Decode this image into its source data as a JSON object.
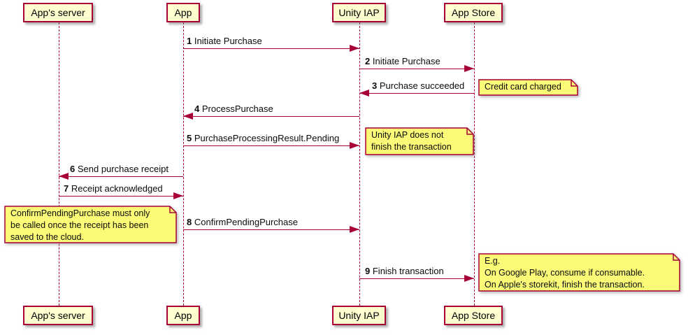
{
  "diagram_type": "sequence-diagram",
  "colors": {
    "lifeline_and_border": "#A80036",
    "participant_fill": "#FEFECE",
    "note_fill": "#FBFB77",
    "background": "#FFFFFF",
    "text": "#000000"
  },
  "participants": [
    {
      "label": "App's server"
    },
    {
      "label": "App"
    },
    {
      "label": "Unity IAP"
    },
    {
      "label": "App Store"
    }
  ],
  "messages": [
    {
      "num": "1",
      "text": "Initiate Purchase",
      "from": "App",
      "to": "Unity IAP"
    },
    {
      "num": "2",
      "text": "Initiate Purchase",
      "from": "Unity IAP",
      "to": "App Store"
    },
    {
      "num": "3",
      "text": "Purchase succeeded",
      "from": "App Store",
      "to": "Unity IAP"
    },
    {
      "num": "4",
      "text": "ProcessPurchase",
      "from": "Unity IAP",
      "to": "App"
    },
    {
      "num": "5",
      "text": "PurchaseProcessingResult.Pending",
      "from": "App",
      "to": "Unity IAP"
    },
    {
      "num": "6",
      "text": "Send purchase receipt",
      "from": "App",
      "to": "App's server"
    },
    {
      "num": "7",
      "text": "Receipt acknowledged",
      "from": "App's server",
      "to": "App"
    },
    {
      "num": "8",
      "text": "ConfirmPendingPurchase",
      "from": "App",
      "to": "Unity IAP"
    },
    {
      "num": "9",
      "text": "Finish transaction",
      "from": "Unity IAP",
      "to": "App Store"
    }
  ],
  "notes": [
    {
      "lines": [
        "Credit card charged"
      ]
    },
    {
      "lines": [
        "Unity IAP does not",
        "finish the transaction"
      ]
    },
    {
      "lines": [
        "ConfirmPendingPurchase must only",
        "be called once the receipt has been",
        "saved to the cloud."
      ]
    },
    {
      "lines": [
        "E.g.",
        "On Google Play, consume if consumable.",
        "On Apple's storekit, finish the transaction."
      ]
    }
  ]
}
